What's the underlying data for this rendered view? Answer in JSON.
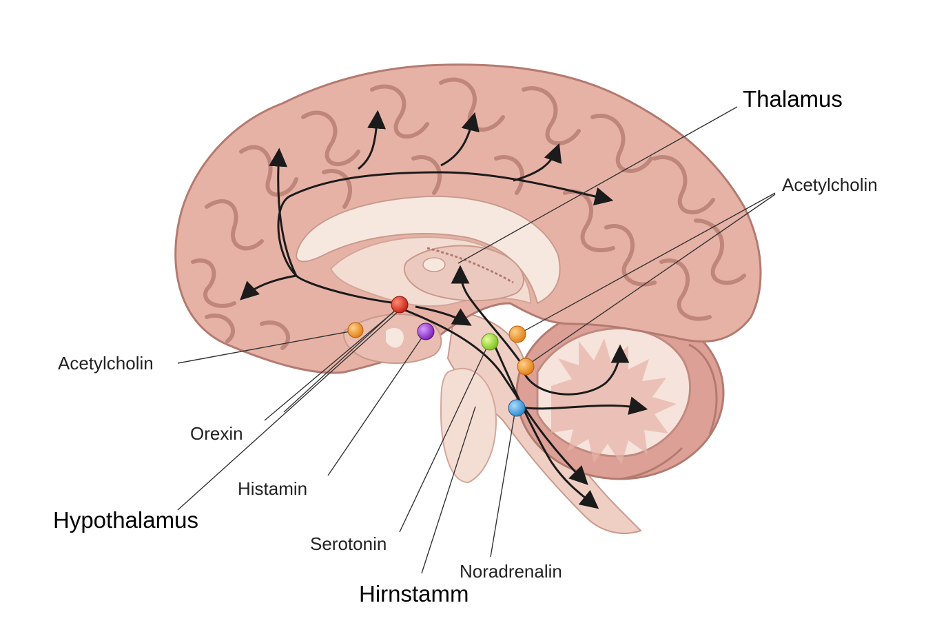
{
  "labels": {
    "thalamus": "Thalamus",
    "acetylcholin_right": "Acetylcholin",
    "acetylcholin_left": "Acetylcholin",
    "orexin": "Orexin",
    "histamin": "Histamin",
    "hypothalamus": "Hypothalamus",
    "serotonin": "Serotonin",
    "hirnstamm": "Hirnstamm",
    "noradrenalin": "Noradrenalin"
  },
  "colors": {
    "cortex": "#e7b2a6",
    "cortex_fold": "#b97f74",
    "white_matter": "#f6e8df",
    "stem": "#efcfc3",
    "cerebellum": "#dca097",
    "arrow": "#1b1b1b",
    "acetylcholin": "#ec8a1f",
    "orexin": "#d62c1e",
    "histamin": "#8a2ec4",
    "serotonin": "#8fcf2a",
    "noradrenalin": "#3b98d6"
  }
}
